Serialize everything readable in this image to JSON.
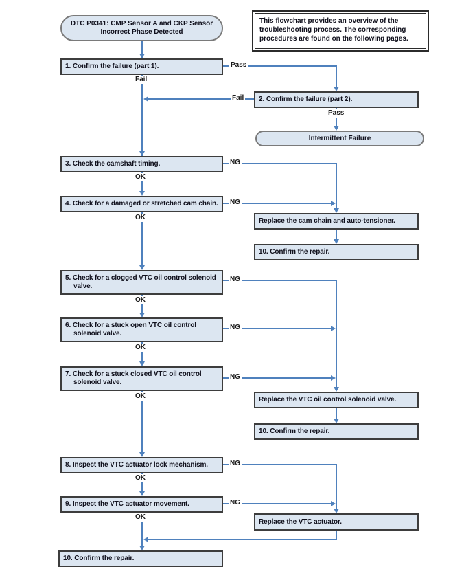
{
  "colors": {
    "node_fill": "#dce6f1",
    "node_border": "#3d3d3d",
    "terminator_border": "#7a7a7a",
    "connector_blue": "#4f81bd",
    "text": "#10101c"
  },
  "nodes": {
    "start": "DTC P0341: CMP Sensor A and CKP Sensor\nIncorrect Phase Detected",
    "note": "This flowchart provides an overview of the\ntroubleshooting process. The corresponding\nprocedures are found on the following pages.",
    "step1": "1. Confirm the failure (part 1).",
    "step2": "2. Confirm the failure (part 2).",
    "intermittent": "Intermittent Failure",
    "step3": "3. Check the camshaft timing.",
    "step4": "4. Check for a damaged or stretched cam chain.",
    "replace_cam_chain": "Replace the cam chain and auto-tensioner.",
    "confirm_repair_top": "10. Confirm the repair.",
    "step5": "5. Check for a clogged VTC oil control solenoid\nvalve.",
    "step6": "6. Check for a stuck open VTC oil control\nsolenoid valve.",
    "step7": "7. Check for a stuck closed VTC oil control\nsolenoid valve.",
    "replace_solenoid": "Replace the VTC oil control solenoid valve.",
    "confirm_repair_mid": "10. Confirm the repair.",
    "step8": "8. Inspect the VTC actuator lock mechanism.",
    "step9": "9. Inspect the VTC actuator movement.",
    "replace_actuator": "Replace the VTC actuator.",
    "confirm_repair_bottom": "10. Confirm the repair."
  },
  "labels": {
    "pass": "Pass",
    "fail": "Fail",
    "ok": "OK",
    "ng": "NG"
  }
}
